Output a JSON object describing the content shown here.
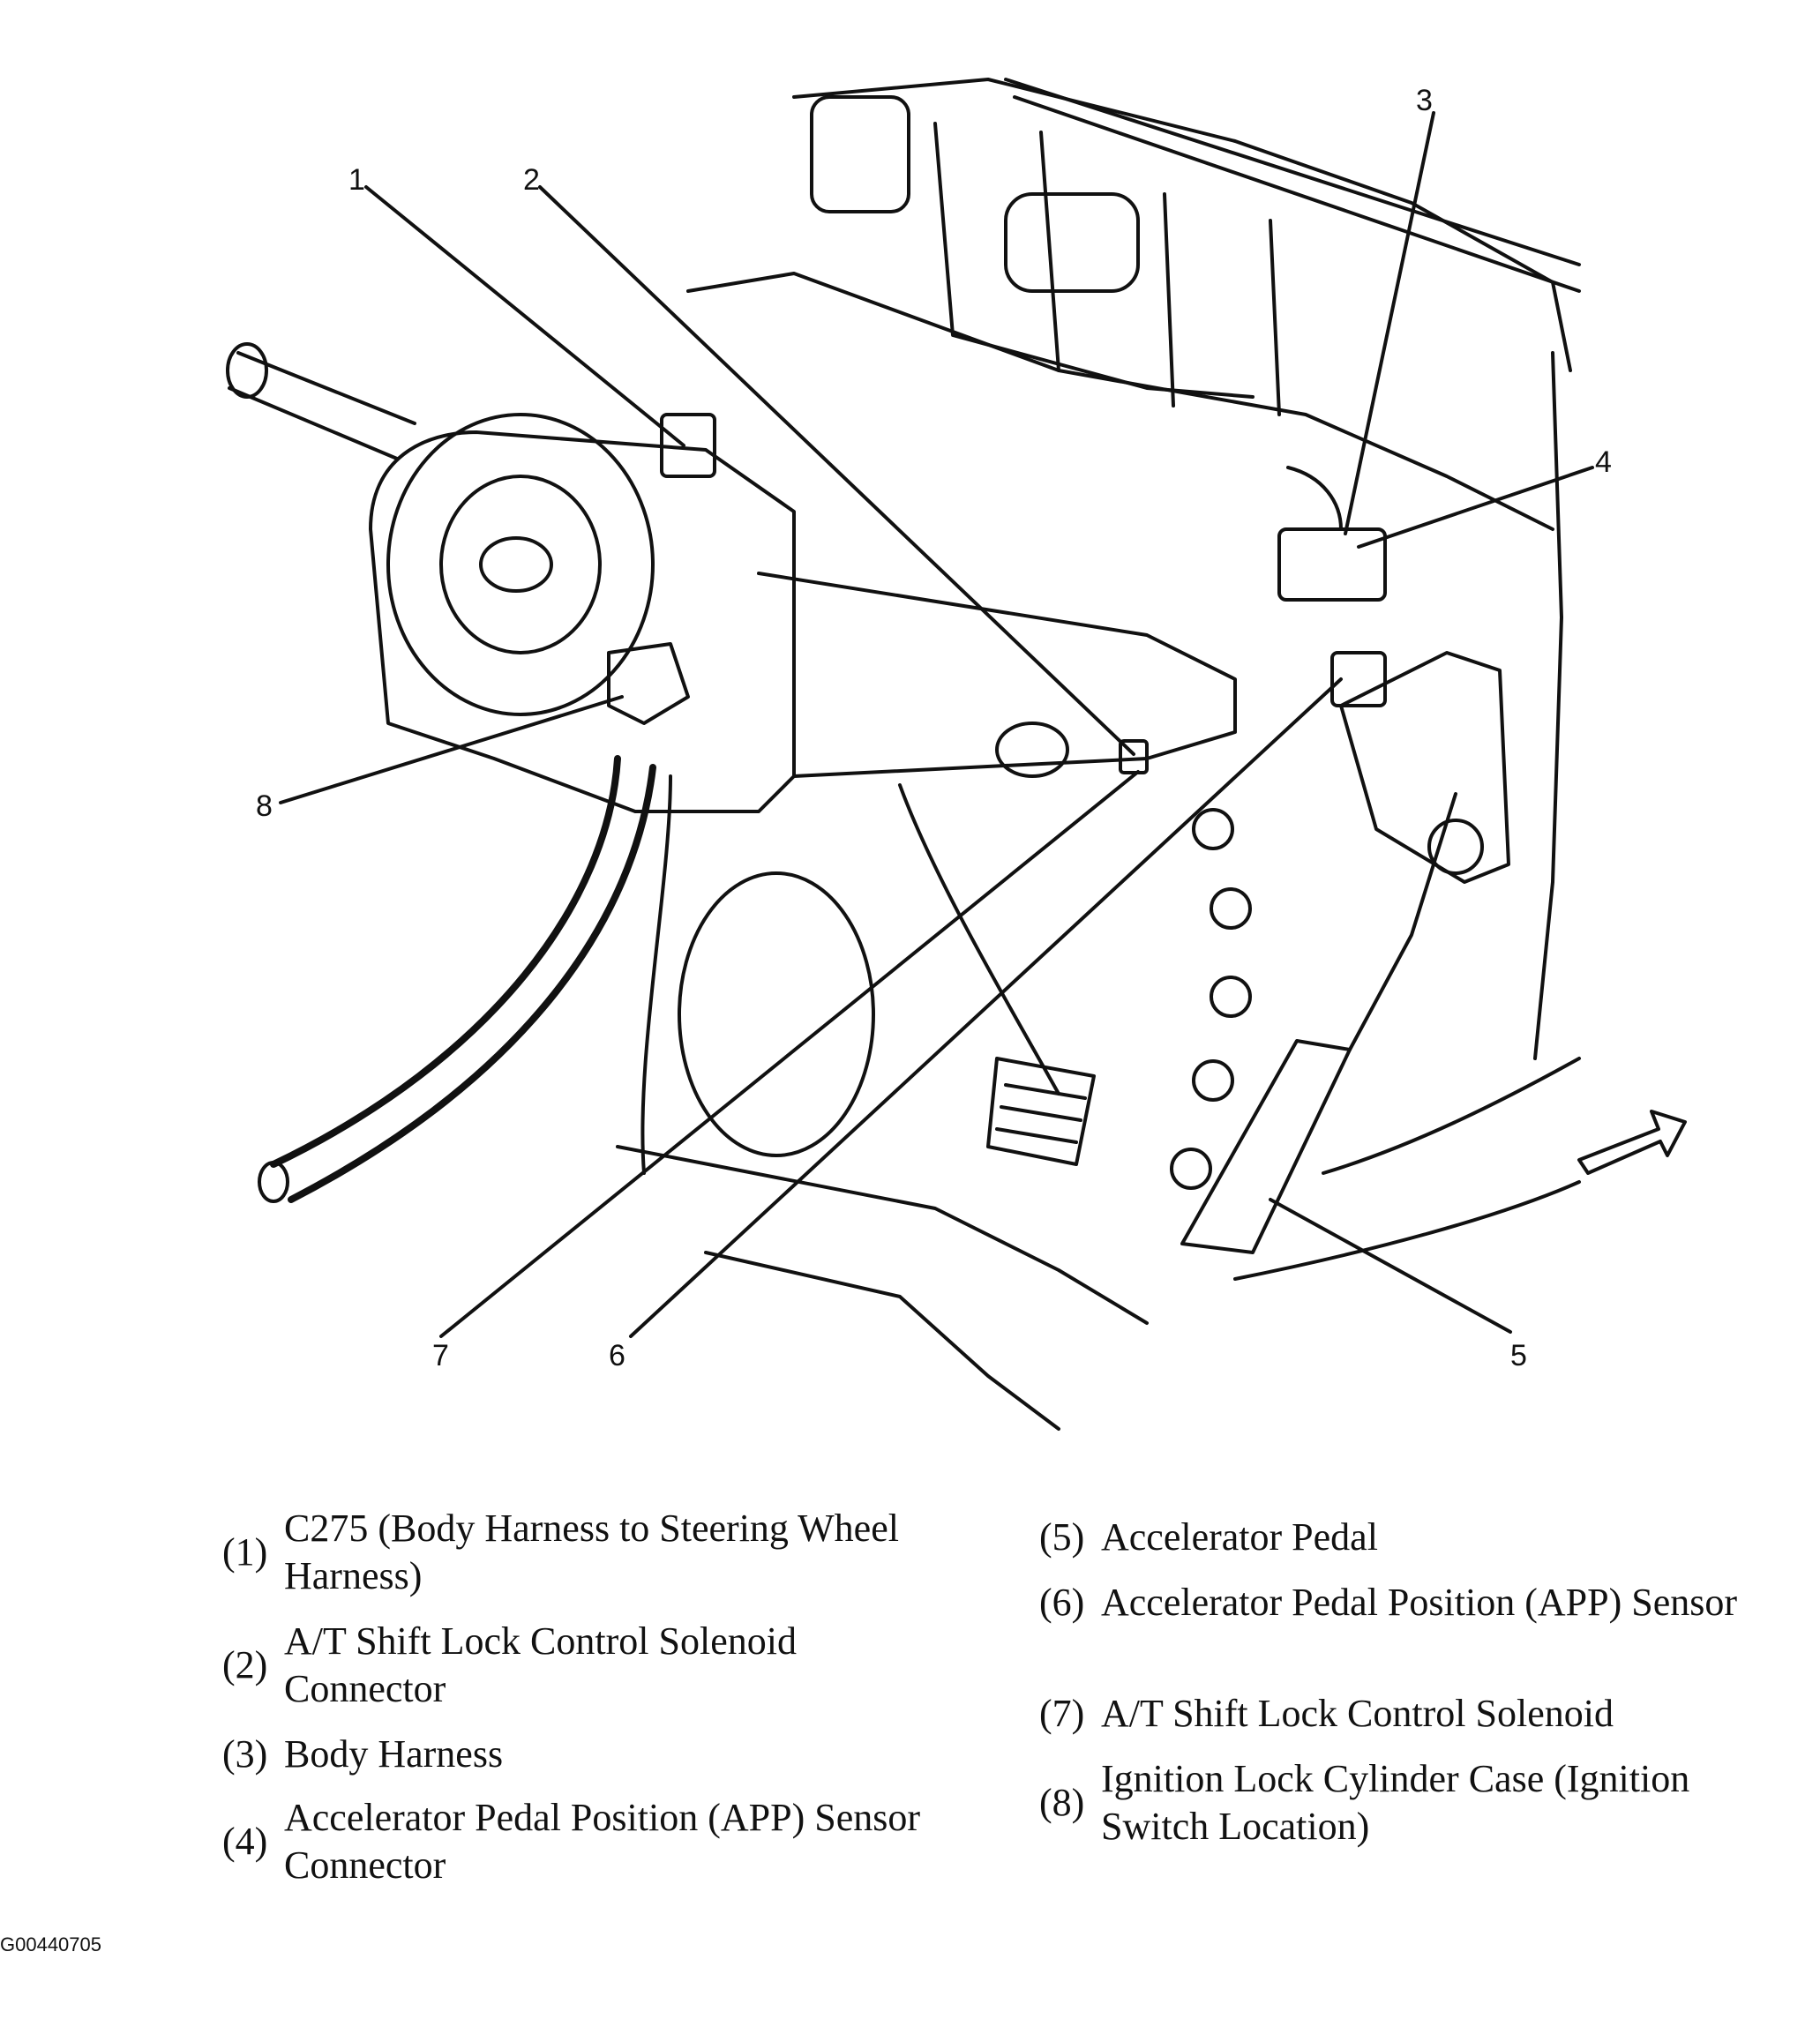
{
  "callouts": [
    {
      "num": "1"
    },
    {
      "num": "2"
    },
    {
      "num": "3"
    },
    {
      "num": "4"
    },
    {
      "num": "5"
    },
    {
      "num": "6"
    },
    {
      "num": "7"
    },
    {
      "num": "8"
    }
  ],
  "legend": {
    "items": [
      {
        "num": "(1)",
        "text": "C275 (Body Harness to Steering Wheel Harness)"
      },
      {
        "num": "(2)",
        "text": "A/T Shift Lock Control Solenoid Connector"
      },
      {
        "num": "(3)",
        "text": "Body Harness"
      },
      {
        "num": "(4)",
        "text": "Accelerator Pedal Position (APP) Sensor Connector"
      },
      {
        "num": "(5)",
        "text": "Accelerator Pedal"
      },
      {
        "num": "(6)",
        "text": "Accelerator Pedal Position (APP) Sensor"
      },
      {
        "num": "(7)",
        "text": "A/T Shift Lock Control Solenoid"
      },
      {
        "num": "(8)",
        "text": "Ignition Lock Cylinder Case (Ignition Switch Location)"
      }
    ]
  },
  "figure_id": "G00440705"
}
